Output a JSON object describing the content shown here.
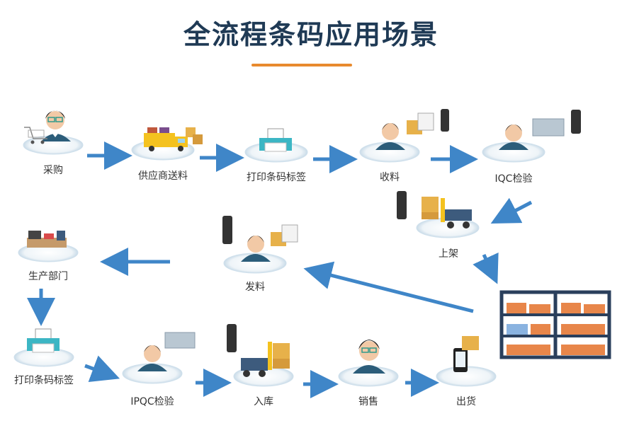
{
  "title": "全流程条码应用场景",
  "colors": {
    "title": "#1f3a55",
    "accent": "#e88a2e",
    "arrow": "#3f86c8"
  },
  "nodes": {
    "purchase": "采购",
    "supplier": "供应商送料",
    "print1": "打印条码标签",
    "receive": "收料",
    "iqc": "IQC检验",
    "shelve": "上架",
    "production": "生产部门",
    "issue": "发料",
    "print2": "打印条码标签",
    "ipqc": "IPQC检验",
    "inbound": "入库",
    "sales": "销售",
    "outbound": "出货"
  }
}
